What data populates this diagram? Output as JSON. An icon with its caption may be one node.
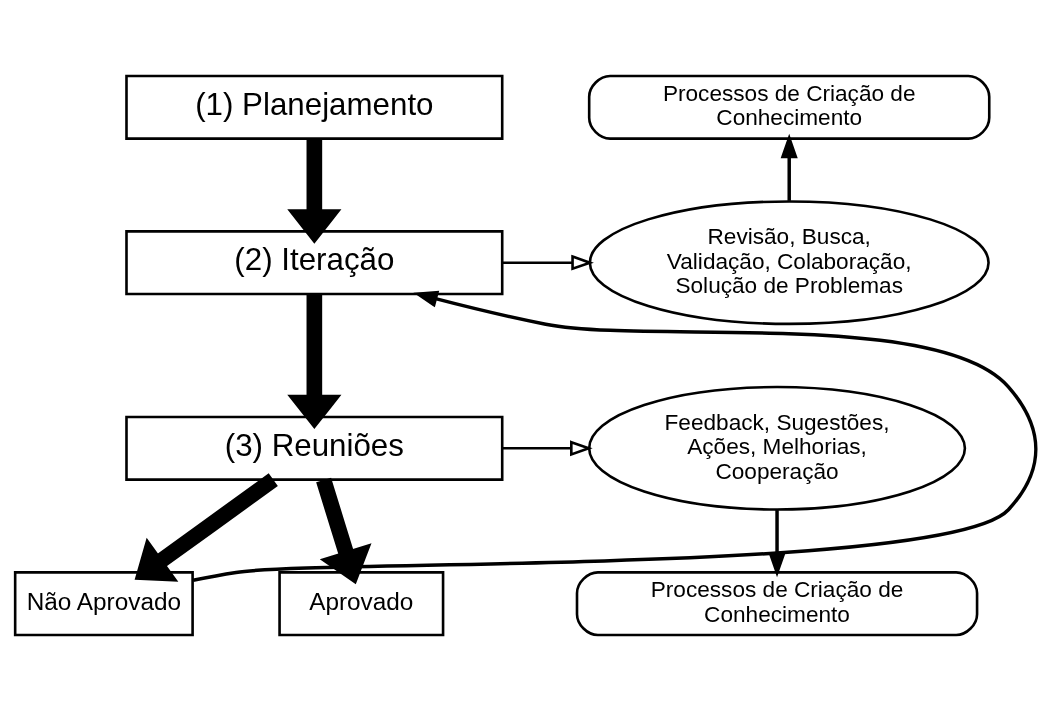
{
  "diagram": {
    "nodes": [
      {
        "text": [
          "(1) Planejamento"
        ]
      },
      {
        "text": [
          "(2) Iteração"
        ]
      },
      {
        "text": [
          "(3) Reuniões"
        ]
      },
      {
        "text": [
          "Não Aprovado"
        ]
      },
      {
        "text": [
          "Aprovado"
        ]
      },
      {
        "text": [
          "Revisão, Busca, Validação, Colaboração, Solução de Problemas"
        ]
      },
      {
        "text": [
          "Feedback, Sugestões, Ações, Melhorias, Cooperação"
        ]
      },
      {
        "text": [
          "Processos de Criação de Conhecimento"
        ]
      },
      {
        "text": [
          "Processos de Criação de Conhecimento"
        ]
      }
    ],
    "edges": [
      {
        "from": 0,
        "to": 1,
        "arrow": "to",
        "style": "thick"
      },
      {
        "from": 1,
        "to": 2,
        "arrow": "to",
        "style": "thick"
      },
      {
        "from": 2,
        "to": 3,
        "arrow": "to",
        "style": "thick"
      },
      {
        "from": 2,
        "to": 4,
        "arrow": "to",
        "style": "thick"
      },
      {
        "from": 3,
        "to": 1,
        "arrow": "to"
      },
      {
        "from": 1,
        "to": 5,
        "arrow": "to"
      },
      {
        "from": 2,
        "to": 6,
        "arrow": "to"
      },
      {
        "from": 5,
        "to": 7,
        "arrow": "to"
      },
      {
        "from": 6,
        "to": 8,
        "arrow": "to"
      }
    ]
  }
}
